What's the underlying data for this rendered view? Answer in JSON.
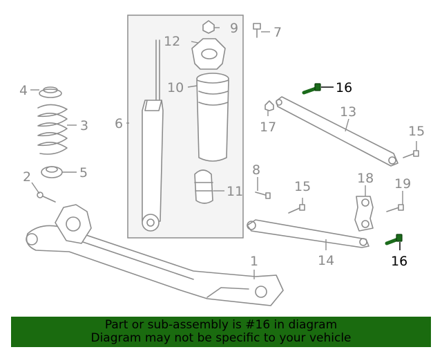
{
  "labels": {
    "l1": "1",
    "l2": "2",
    "l3": "3",
    "l4": "4",
    "l5": "5",
    "l6": "6",
    "l7": "7",
    "l8": "8",
    "l9": "9",
    "l10": "10",
    "l11": "11",
    "l12": "12",
    "l13": "13",
    "l14": "14",
    "l15a": "15",
    "l15b": "15",
    "l16a": "16",
    "l16b": "16",
    "l17": "17",
    "l18": "18",
    "l19": "19"
  },
  "highlight": {
    "part_number": "16",
    "color": "#1a6b0f"
  },
  "banner": {
    "line1": "Part or sub-assembly is #16 in diagram",
    "line2": "Diagram may not be specific to your vehicle"
  }
}
